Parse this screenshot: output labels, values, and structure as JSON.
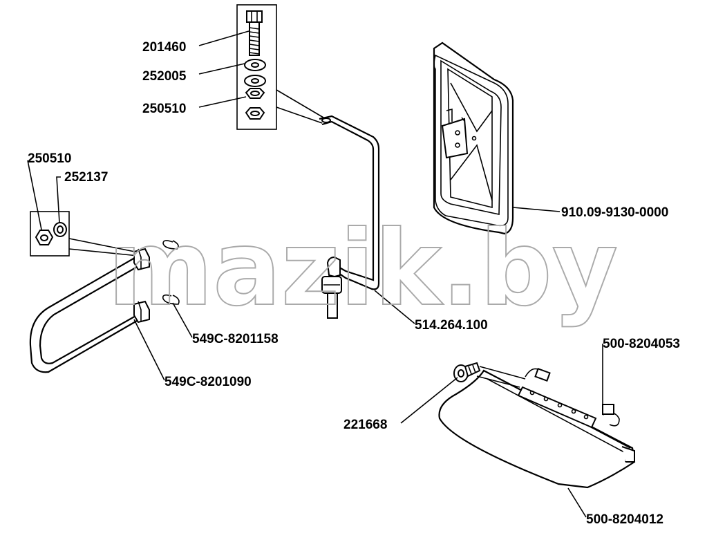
{
  "watermark": "mazik.by",
  "labels": {
    "bolt": "201460",
    "washer_flat": "252005",
    "nut_top": "250510",
    "nut_left": "250510",
    "washer_left": "252137",
    "mirror": "910.09-9130-0000",
    "bracket": "514.264.100",
    "clip": "549C-8201158",
    "arm": "549C-8201090",
    "connector": "500-8204053",
    "screw": "221668",
    "visor": "500-8204012"
  }
}
